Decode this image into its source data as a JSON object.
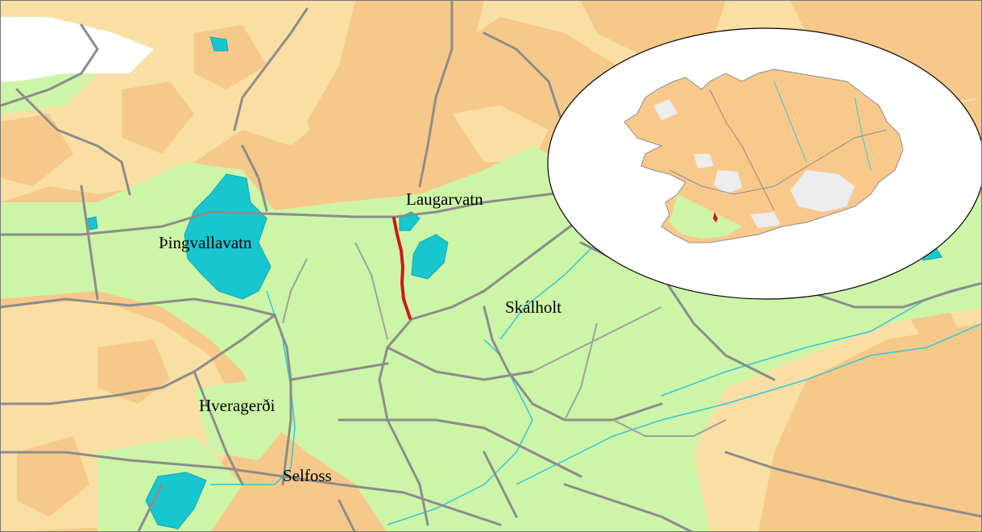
{
  "map": {
    "places": {
      "laugarvatn": "Laugarvatn",
      "thingvallavatn": "Þingvallavatn",
      "skalholt": "Skálholt",
      "hveragerdi": "Hveragerði",
      "selfoss": "Selfoss"
    },
    "colors": {
      "lowland": "#cdf5a8",
      "midland": "#fadfa4",
      "highland": "#f6c98a",
      "water": "#18c6cf",
      "road": "#8c8c8c",
      "river": "#33c6d6",
      "highlighted_route": "#d01818",
      "glacier": "#ffffff"
    },
    "inset": {
      "description": "Iceland overview map with location marker"
    }
  }
}
